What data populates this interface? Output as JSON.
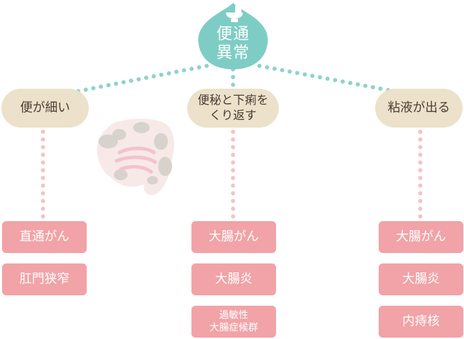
{
  "root": {
    "label": "便通\n異常",
    "icon": "toilet-icon"
  },
  "branches": [
    {
      "symptom": "便が細い",
      "diseases": [
        "直通がん",
        "肛門狭窄"
      ]
    },
    {
      "symptom": "便秘と下痢を\nくり返す",
      "diseases": [
        "大腸がん",
        "大腸炎",
        "過敏性\n大腸症候群"
      ]
    },
    {
      "symptom": "粘液が出る",
      "diseases": [
        "大腸がん",
        "大腸炎",
        "内痔核"
      ]
    }
  ],
  "colors": {
    "root": "#7ecdc4",
    "root_connector": "#8fd3cb",
    "symptom": "#ece1ca",
    "disease": "#f1a3a7",
    "disease_connector": "#f4c3c7"
  },
  "illustration": "intestine-icon"
}
